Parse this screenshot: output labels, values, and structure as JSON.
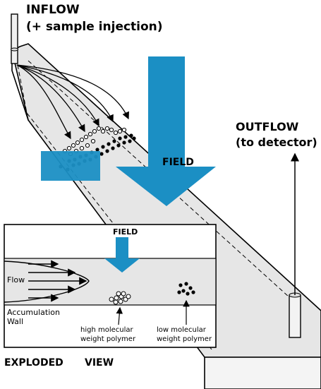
{
  "labels": {
    "inflow": "INFLOW",
    "inflow_sub": "(+ sample injection)",
    "outflow": "OUTFLOW",
    "outflow_sub": "(to detector)",
    "field_main": "FIELD",
    "field_inset": "FIELD",
    "flow": "Flow",
    "accumulation": "Accumulation",
    "wall": "Wall",
    "high_mw_1": "high molecular",
    "high_mw_2": "weight polymer",
    "low_mw_1": "low molecular",
    "low_mw_2": "weight polymer",
    "exploded": "EXPLODED",
    "view": "VIEW"
  },
  "colors": {
    "field_blue": "#1b8fc4",
    "channel_fill": "#e8e8e8",
    "block_fill": "#f2f2f2",
    "outline": "#000000"
  }
}
